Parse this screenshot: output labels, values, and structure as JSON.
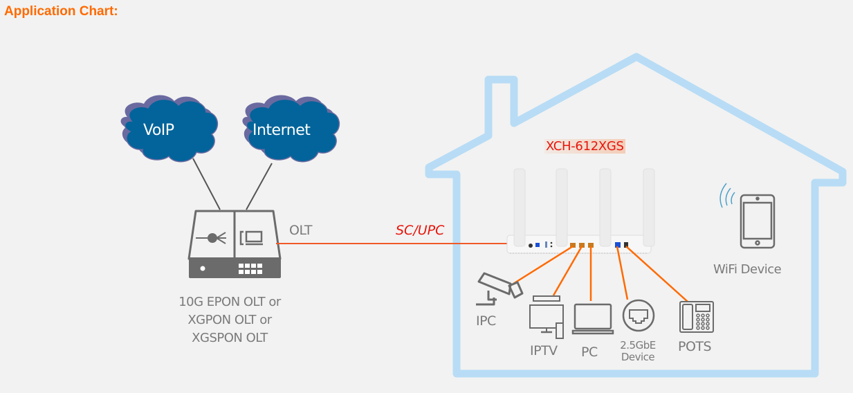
{
  "title": "Application Chart:",
  "clouds": [
    {
      "label": "VoIP",
      "icon": "cloud-icon"
    },
    {
      "label": "Internet",
      "icon": "cloud-icon"
    }
  ],
  "olt": {
    "label": "OLT",
    "description_lines": [
      "10G EPON OLT or",
      "XGPON OLT or",
      "XGSPON OLT"
    ],
    "icon": "olt-device-icon"
  },
  "fiber": {
    "connector_label": "SC/UPC"
  },
  "ont": {
    "model": "XCH-612XGS",
    "icon": "router-icon"
  },
  "devices": [
    {
      "label": "IPC",
      "icon": "camera-icon"
    },
    {
      "label": "IPTV",
      "icon": "tv-icon"
    },
    {
      "label": "PC",
      "icon": "laptop-icon"
    },
    {
      "label_lines": [
        "2.5GbE",
        "Device"
      ],
      "icon": "ethernet-port-icon"
    },
    {
      "label": "POTS",
      "icon": "phone-icon"
    },
    {
      "label": "WiFi Device",
      "icon": "tablet-icon"
    }
  ],
  "colors": {
    "title": "#ff6a00",
    "house_outline": "#b8dcf5",
    "cloud_fill": "#02649a",
    "fiber_line": "#f05a28",
    "ethernet_line": "#ff6a00",
    "model_text": "#e8150b",
    "icon_gray": "#6b6b6b"
  }
}
